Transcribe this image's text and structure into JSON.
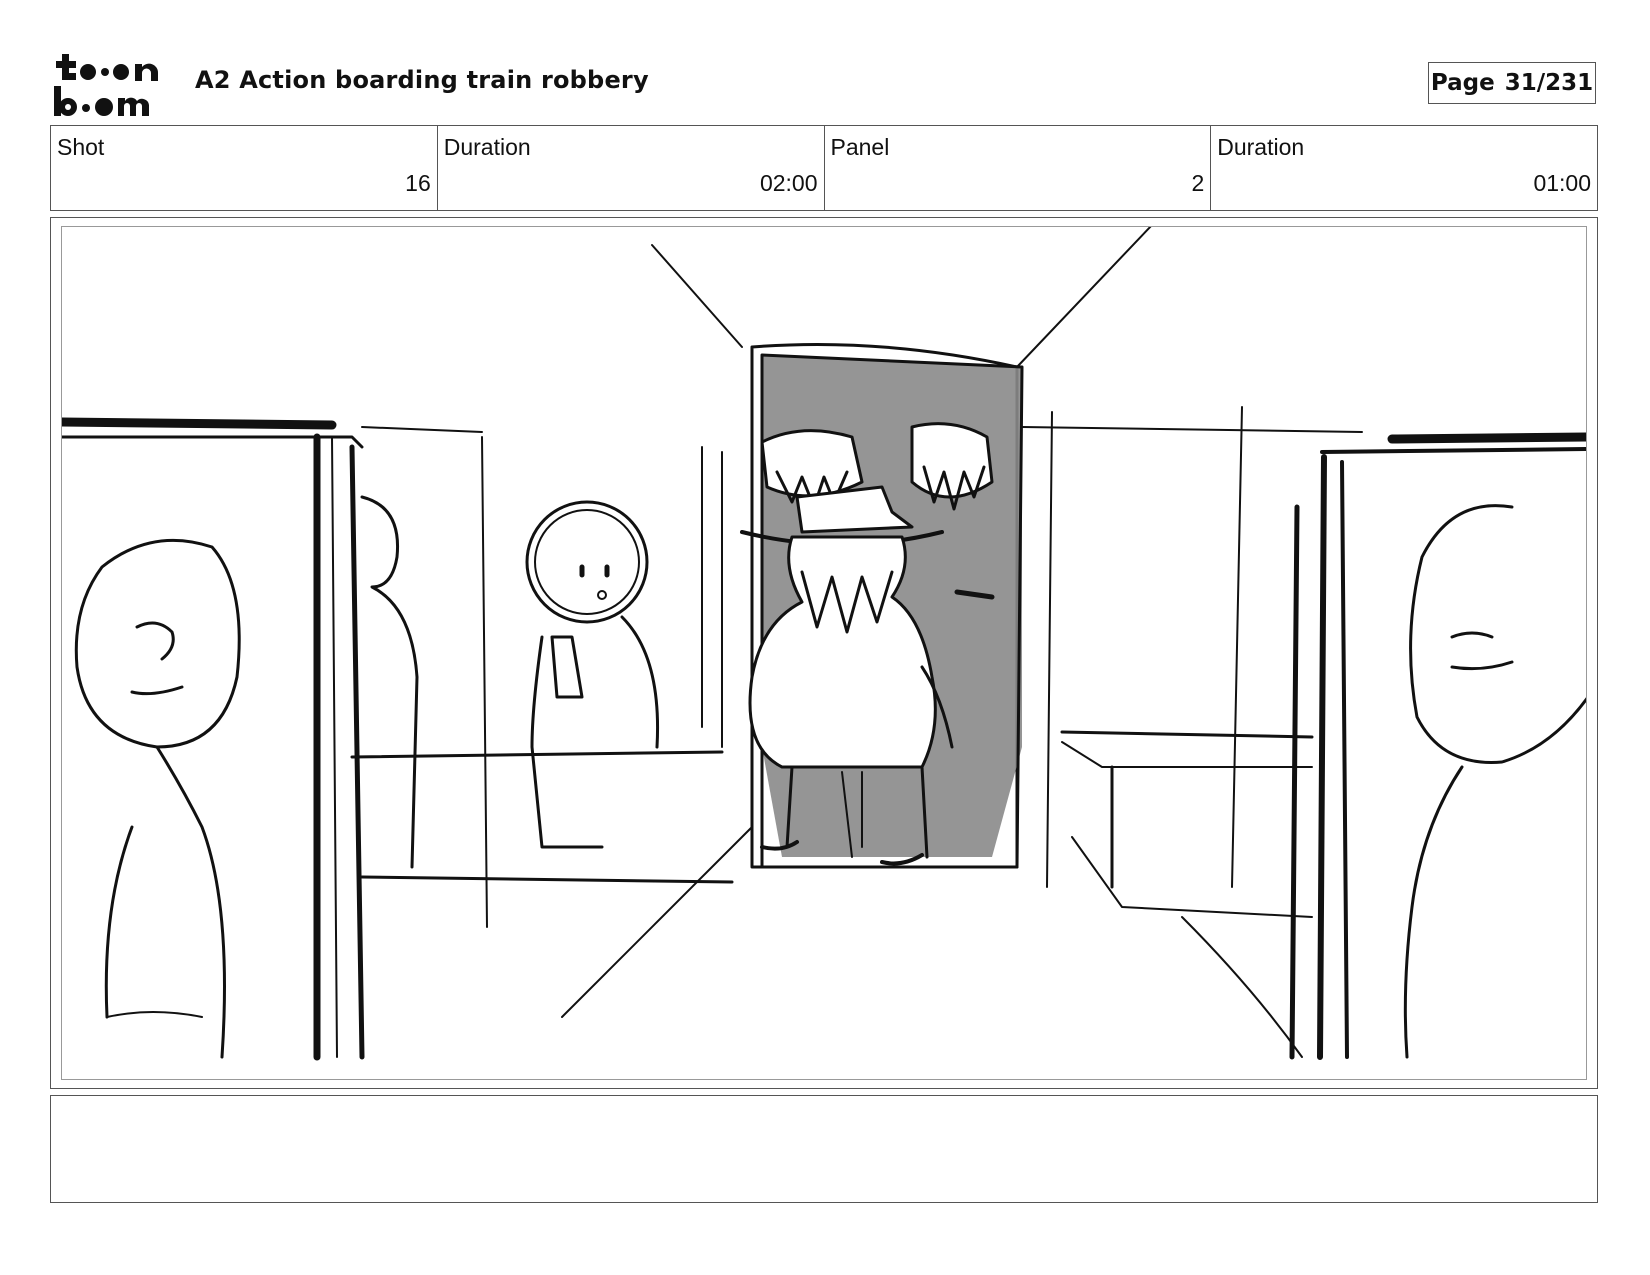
{
  "header": {
    "logo_text": "toon boom",
    "title": "A2 Action boarding train robbery",
    "page_label": "Page",
    "page_number": "31/231"
  },
  "info": {
    "shot_label": "Shot",
    "shot_value": "16",
    "shot_duration_label": "Duration",
    "shot_duration_value": "02:00",
    "panel_label": "Panel",
    "panel_value": "2",
    "panel_duration_label": "Duration",
    "panel_duration_value": "01:00"
  },
  "notes": {
    "text": ""
  }
}
